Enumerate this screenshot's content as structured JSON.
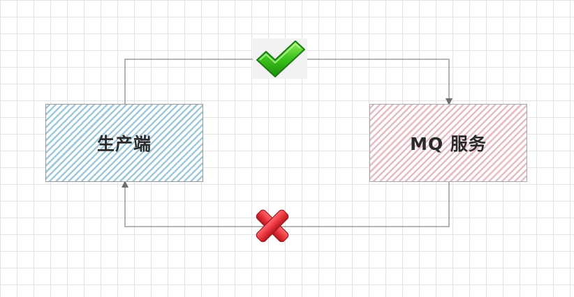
{
  "nodes": {
    "producer": {
      "label": "生产端",
      "hatch_color": "#9ec8dc"
    },
    "mq_service": {
      "label": "MQ 服务",
      "hatch_color": "#e5bcc3"
    }
  },
  "edges": [
    {
      "from": "producer",
      "to": "mq_service",
      "status_icon": "check-icon",
      "icon_color": "#3cc21a"
    },
    {
      "from": "mq_service",
      "to": "producer",
      "status_icon": "cross-icon",
      "icon_color": "#e8323a"
    }
  ],
  "line_color": "#8a8a8a",
  "grid_color": "#e3e3e3"
}
